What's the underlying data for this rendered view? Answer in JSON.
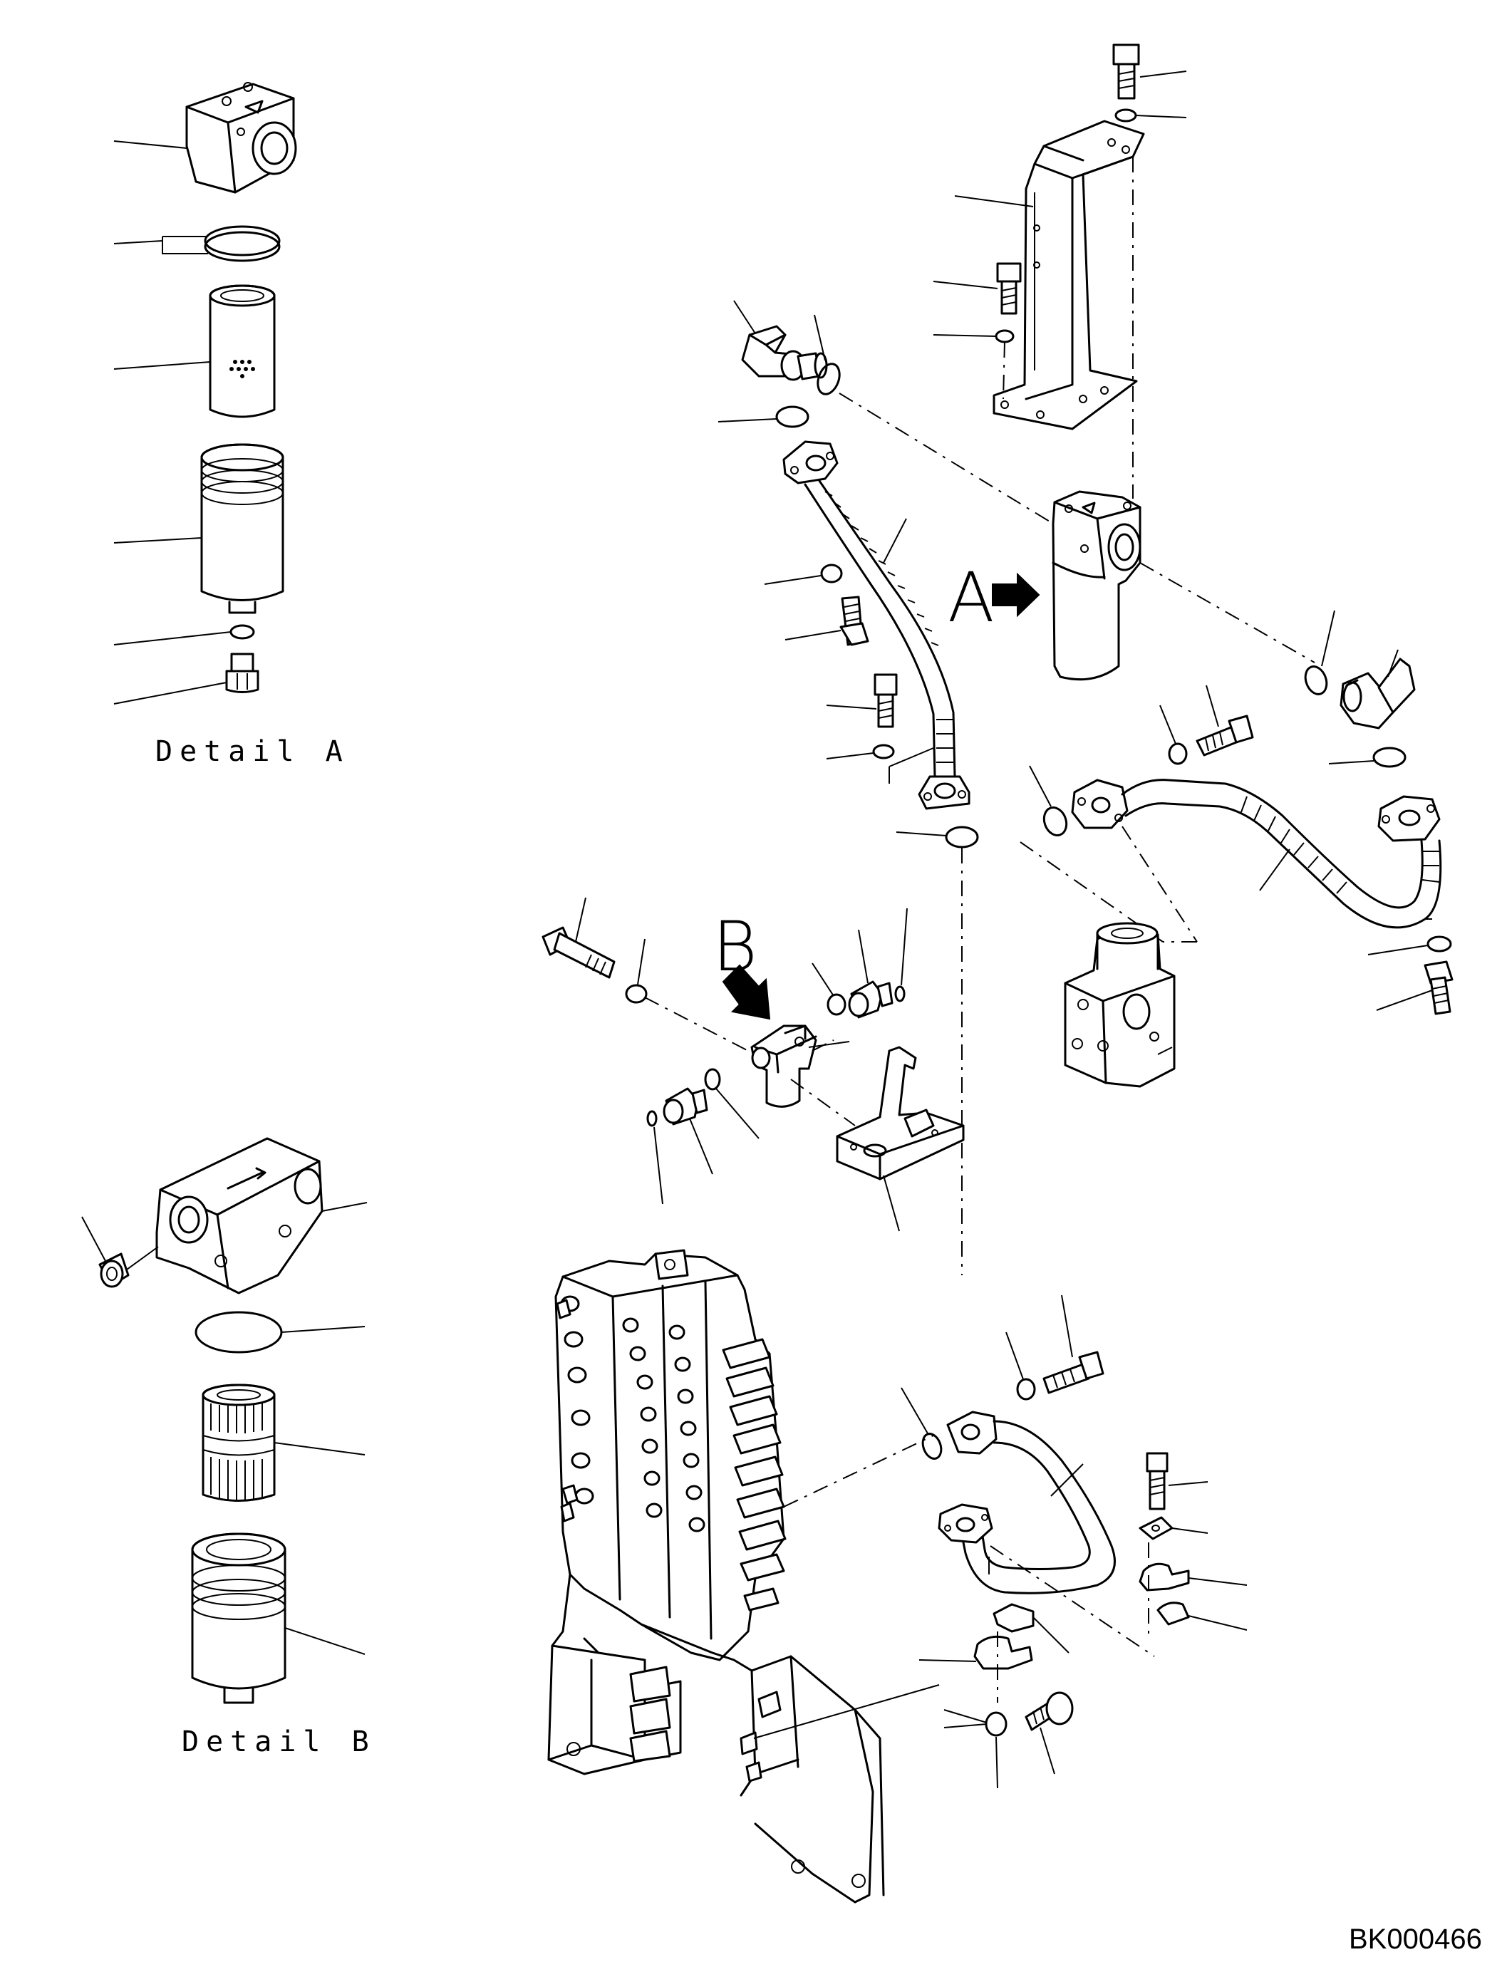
{
  "labels": {
    "detail_a": "Detail A",
    "detail_b": "Detail B",
    "view_a": "A",
    "view_b": "B",
    "drawing_code": "BK000466"
  },
  "colors": {
    "ink": "#000000",
    "paper": "#ffffff"
  }
}
